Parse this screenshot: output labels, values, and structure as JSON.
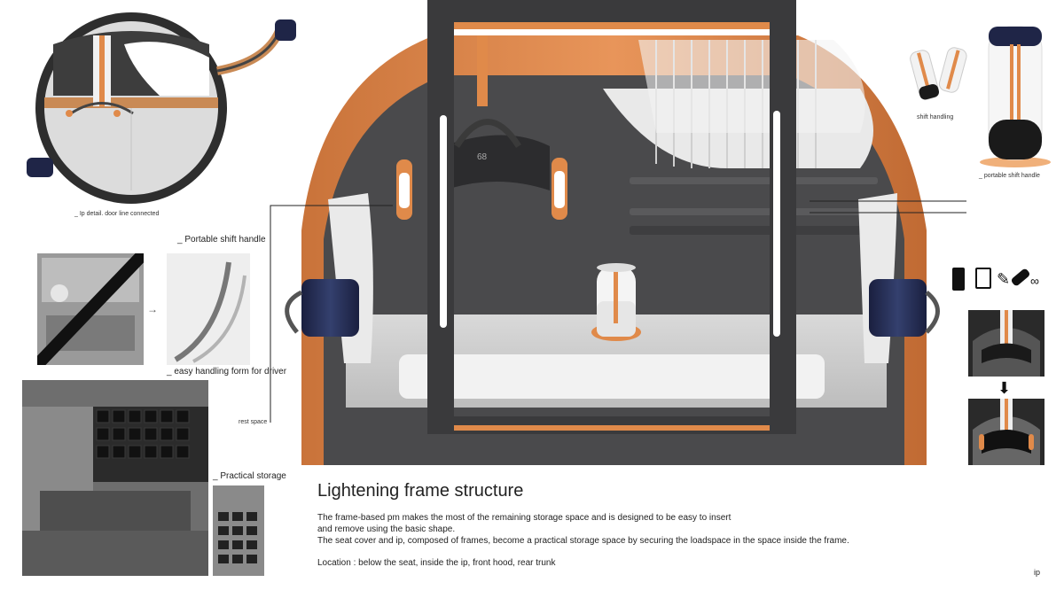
{
  "captions": {
    "ip_detail": "_ Ip detail. door line connected",
    "portable_shift_handle": "_ Portable shift handle",
    "easy_handling": "_ easy handling form for driver",
    "rest_space": "rest space",
    "practical_storage": "_ Practical storage",
    "shift_handling": "shift handling",
    "portable_shift_handle_small": "_ portable shift handle"
  },
  "main": {
    "title": "Lightening frame structure",
    "paragraph1": "The frame-based pm makes the most of the remaining storage space and is designed to be easy to insert",
    "paragraph2": "and remove using the basic shape.",
    "paragraph3": "The seat cover and ip, composed of frames, become a practical storage space by securing the loadspace in the space inside the frame.",
    "location": "Location : below the seat, inside the ip, front hood, rear trunk"
  },
  "corner_label": "ip",
  "dashboard_readout": "68",
  "colors": {
    "accent": "#e08a4a",
    "frame_dark": "#3a3a3c",
    "navy": "#1f2547"
  },
  "icons": [
    "book-icon",
    "notebook-icon",
    "pencil-icon",
    "bottle-icon",
    "glasses-icon",
    "arrow-down-icon"
  ]
}
